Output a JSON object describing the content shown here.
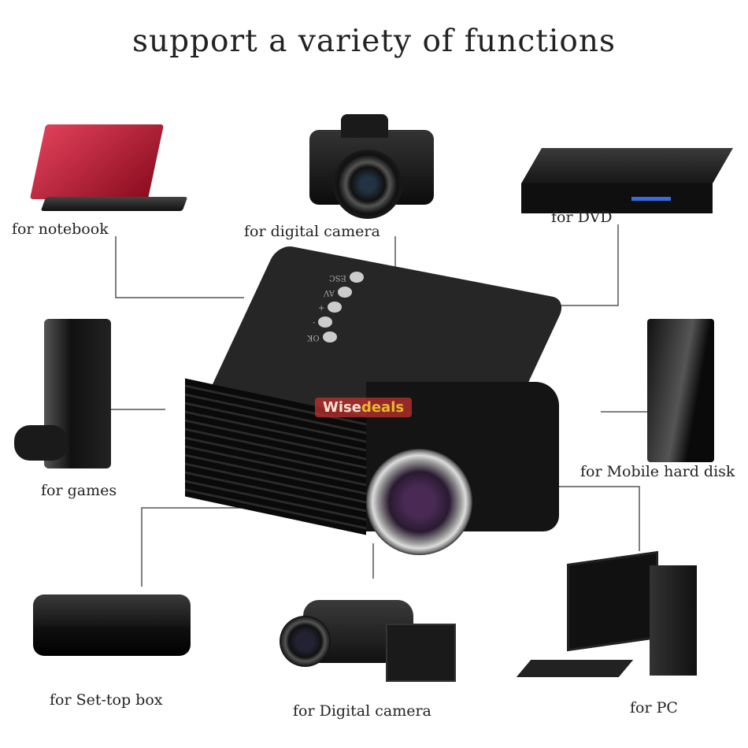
{
  "title": "support a variety of functions",
  "labels": {
    "notebook": "for notebook",
    "digital_camera": "for digital camera",
    "dvd": "for DVD",
    "games": "for games",
    "hard_disk": "for Mobile hard disk",
    "settop": "for Set-top box",
    "camcorder": "for Digital camera",
    "pc": "for PC"
  },
  "projector": {
    "buttons": [
      "ESC",
      "AV",
      "+",
      "-",
      "OK"
    ],
    "watermark": {
      "part1": "Wise",
      "part2": "deals"
    }
  },
  "colors": {
    "line": "#555555",
    "projector": "#1c1c1c",
    "laptop": "#b0152a",
    "watermark_red": "#c0302f",
    "watermark_yellow": "#e8b830"
  }
}
